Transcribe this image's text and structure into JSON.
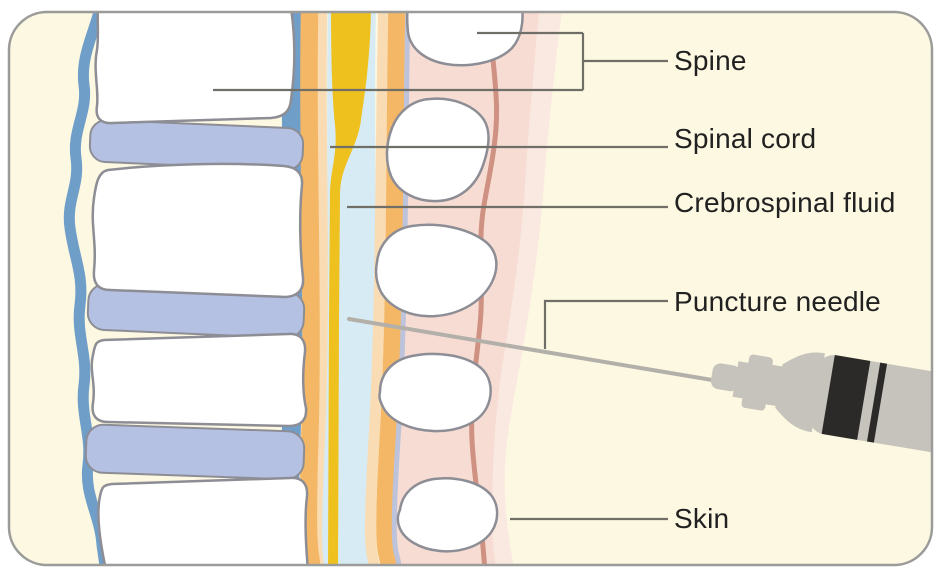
{
  "diagram": {
    "subject": "Lumbar puncture spine cross-section illustration",
    "labels": {
      "spine": "Spine",
      "spinal_cord": "Spinal cord",
      "csf": "Crebrospinal fluid",
      "puncture_needle": "Puncture needle",
      "skin": "Skin"
    },
    "colors": {
      "background_cream": "#fdf8e1",
      "frame_border": "#9b9b99",
      "bone_white": "#ffffff",
      "bone_outline": "#8d8d95",
      "disc_lavender": "#b5c1e2",
      "ligament_blue": "#6f9ec9",
      "epidural_orange": "#f4b766",
      "fat_peach": "#f9dcb4",
      "csf_blue": "#d6ebf3",
      "cord_yellow": "#eec11f",
      "skin_inner_pink": "#f6dcd3",
      "skin_outer_pink": "#fae9e1",
      "dermis_rose": "#cf9181",
      "fascia_lavender": "#bcc3da",
      "leader_line_gray": "#6f6f68",
      "needle_gray": "#c6c3bc",
      "needle_band_black": "#2b2a28",
      "label_text": "#212121"
    }
  }
}
